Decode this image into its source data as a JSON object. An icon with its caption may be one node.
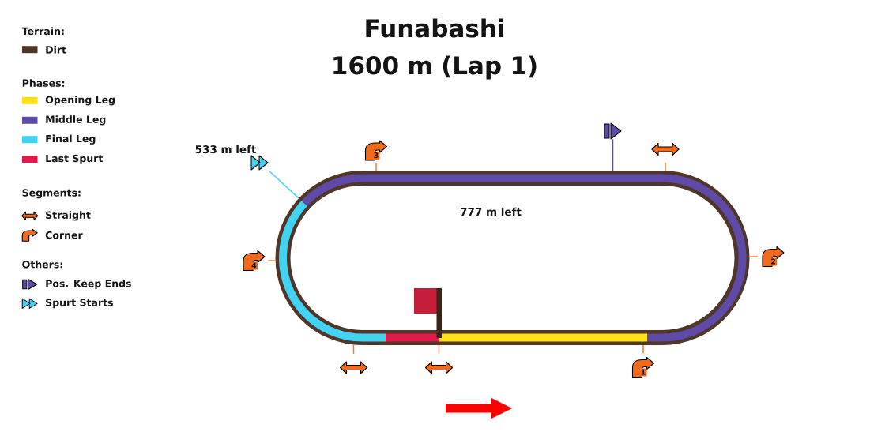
{
  "diagram": {
    "title": "Funabashi 1600 m (Lap 1)",
    "nodes": [
      {
        "text": [],
        "shape": "picture"
      },
      {
        "text": [],
        "shape": "picture",
        "beside": [
          "533 m left"
        ]
      },
      {
        "text": [
          "3"
        ]
      },
      {
        "text": [],
        "shape": "picture"
      },
      {
        "text": [],
        "shape": "oval"
      },
      {
        "text": [
          "4"
        ]
      },
      {
        "text": [
          "2"
        ]
      },
      {
        "text": [],
        "shape": "picture"
      },
      {
        "text": [],
        "shape": "picture"
      },
      {
        "text": [
          "1"
        ]
      }
    ],
    "edges": [
      {
        "from": 0,
        "to": 4,
        "arrow": "none",
        "color": "#5f4aa8"
      },
      {
        "from": 1,
        "to": 4,
        "arrow": "none",
        "color": "#42d3f2"
      },
      {
        "from": 2,
        "to": 4,
        "arrow": "none"
      },
      {
        "from": 3,
        "to": 4,
        "arrow": "none"
      },
      {
        "from": 5,
        "to": 4,
        "arrow": "none"
      },
      {
        "from": 6,
        "to": 4,
        "arrow": "none"
      },
      {
        "from": 7,
        "to": 4,
        "arrow": "none"
      },
      {
        "from": 8,
        "to": 4,
        "arrow": "none"
      },
      {
        "from": 9,
        "to": 4,
        "arrow": "none"
      }
    ],
    "labels": [
      "Terrain:",
      "Phases:",
      "Segments:",
      "Others:",
      "777 m left"
    ],
    "legend": [
      {
        "text": "Dirt",
        "color": "#4f3628"
      },
      {
        "text": "Opening Leg",
        "color": "#ffe014"
      },
      {
        "text": "Middle Leg",
        "color": "#5f4aa8"
      },
      {
        "text": "Final Leg",
        "color": "#42d3f2"
      },
      {
        "text": "Last Spurt",
        "color": "#e4194b"
      },
      {
        "text": "Straight"
      },
      {
        "text": "Corner"
      },
      {
        "text": "Pos. Keep Ends"
      },
      {
        "text": "Spurt Starts"
      }
    ]
  }
}
